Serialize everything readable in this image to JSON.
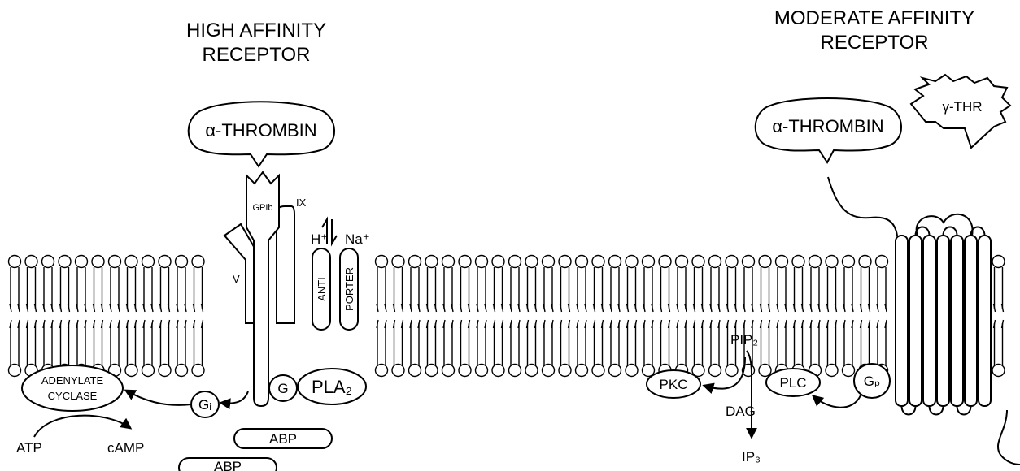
{
  "headings": {
    "high_line1": "HIGH AFFINITY",
    "high_line2": "RECEPTOR",
    "moderate_line1": "MODERATE AFFINITY",
    "moderate_line2": "RECEPTOR"
  },
  "ligands": {
    "thrombin_left": "α-THROMBIN",
    "thrombin_right": "α-THROMBIN",
    "gamma_thr": "γ-THR"
  },
  "high_affinity": {
    "gpib": "GPIb",
    "ix": "IX",
    "v": "V",
    "h_plus": "H⁺",
    "na_plus": "Na⁺",
    "anti": "ANTI",
    "porter": "PORTER",
    "adenylate": "ADENYLATE",
    "cyclase": "CYCLASE",
    "gi": "Gᵢ",
    "g": "G",
    "pla2": "PLA₂",
    "abp1": "ABP",
    "abp2": "ABP",
    "atp": "ATP",
    "camp": "cAMP"
  },
  "moderate_affinity": {
    "pip2": "PIP₂",
    "pkc": "PKC",
    "dag": "DAG",
    "ip3": "IP₃",
    "plc": "PLC",
    "gp": "Gₚ"
  }
}
